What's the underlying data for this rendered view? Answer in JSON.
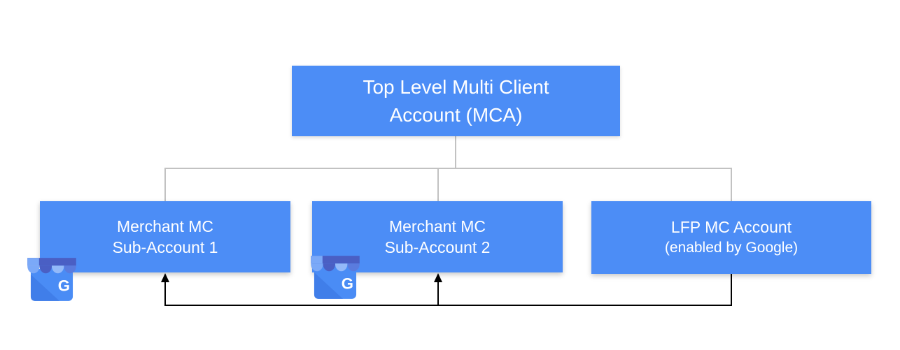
{
  "nodes": {
    "mca": {
      "line1": "Top Level Multi Client",
      "line2": "Account (MCA)"
    },
    "sub1": {
      "line1": "Merchant MC",
      "line2": "Sub-Account 1"
    },
    "sub2": {
      "line1": "Merchant MC",
      "line2": "Sub-Account 2"
    },
    "lfp": {
      "line1": "LFP MC Account",
      "line2": "(enabled by Google)"
    }
  },
  "icons": {
    "badge_letter": "G",
    "badge_name": "google-business-storefront-icon"
  },
  "colors": {
    "canvas_bg": "#FFFFFF",
    "node_fill": "#4C8DF6",
    "node_text": "#FFFFFF",
    "tree_line": "#C2C2C2",
    "flow_line": "#000000",
    "icon_body": "#4A8CF5",
    "icon_body_shade": "#3D79E4",
    "icon_awning_dark": "#4A5FC4",
    "icon_awning_mid": "#5A7BDE",
    "icon_awning_light": "#7BA9F8",
    "icon_awning_lighter": "#93B9F9"
  }
}
